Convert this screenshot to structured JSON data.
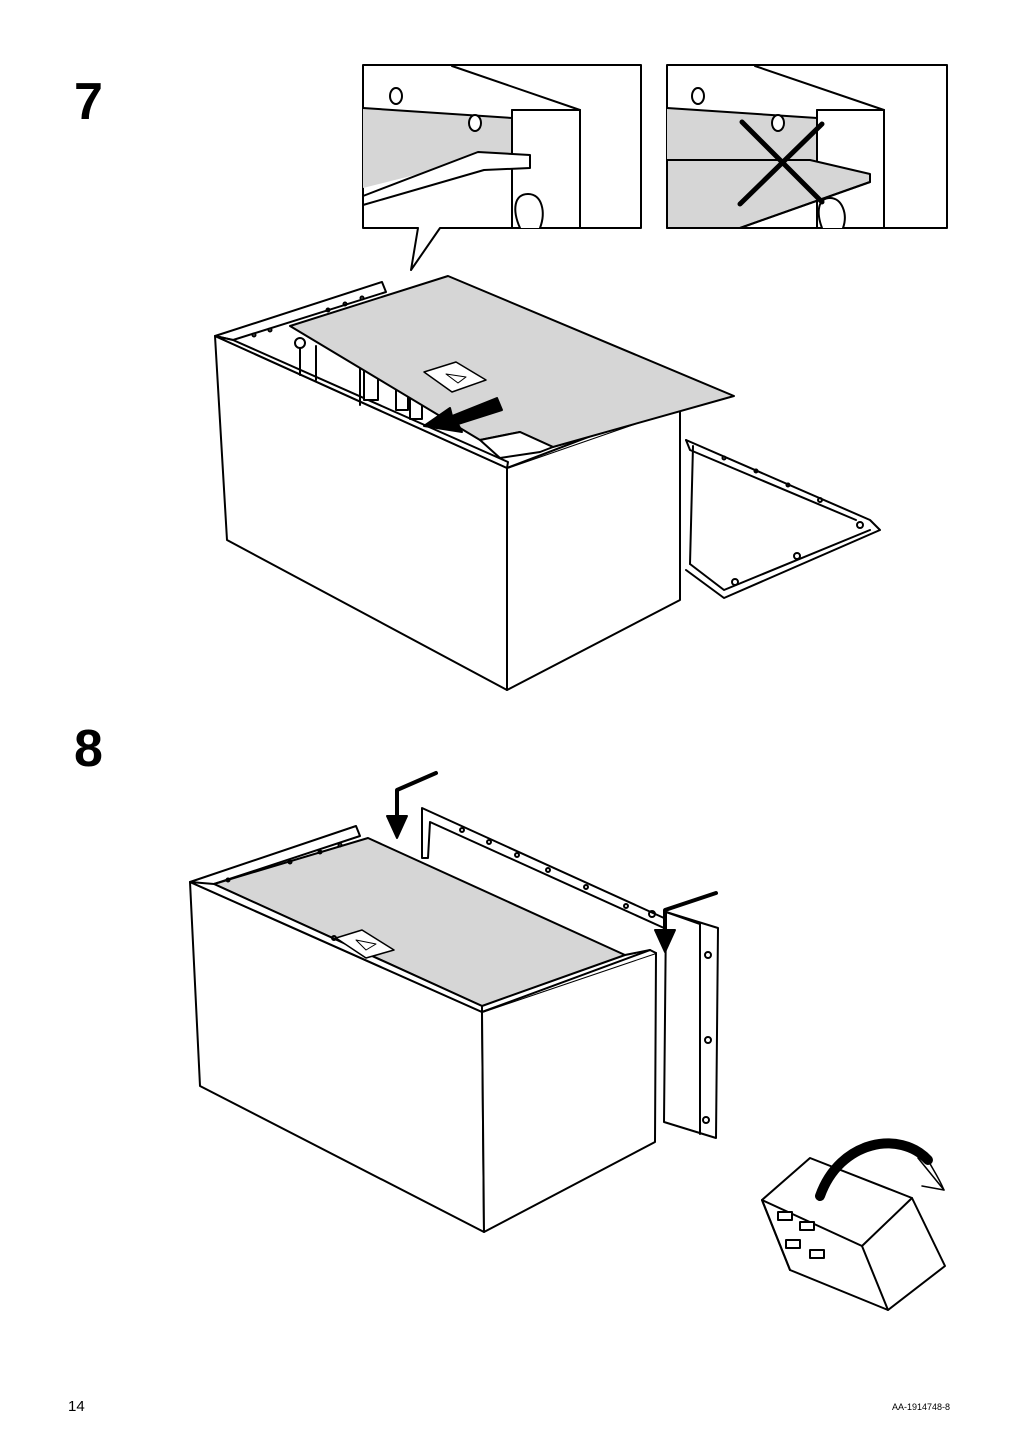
{
  "steps": [
    {
      "number": "7"
    },
    {
      "number": "8"
    }
  ],
  "footer": {
    "page_number": "14",
    "document_code": "AA-1914748-8"
  },
  "colors": {
    "line": "#000000",
    "panel_fill": "#d6d6d6",
    "background": "#ffffff"
  },
  "icons": {
    "wrong_mark": "x-cross-icon",
    "direction": "arrow-icon",
    "flip": "rotate-icon",
    "label": "triangle-label-icon"
  }
}
